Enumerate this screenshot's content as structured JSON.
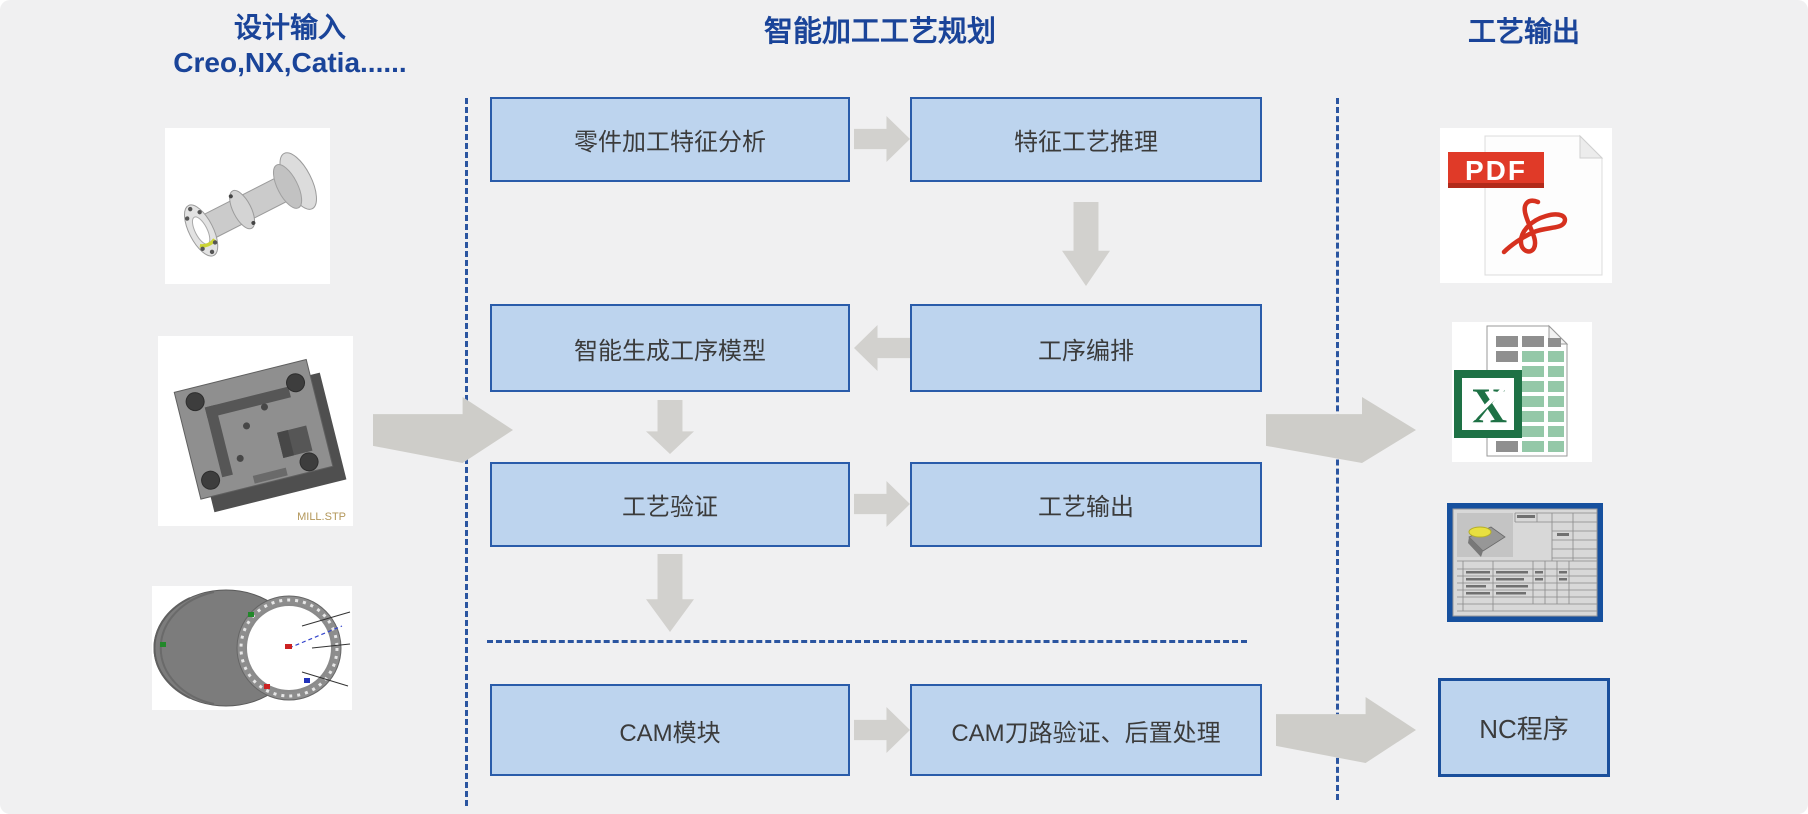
{
  "titles": {
    "design_input": "设计输入",
    "design_tools": "Creo,NX,Catia......",
    "process_planning": "智能加工工艺规划",
    "process_output": "工艺输出"
  },
  "flow": {
    "rows": [
      {
        "left": "零件加工特征分析",
        "right": "特征工艺推理"
      },
      {
        "left": "智能生成工序模型",
        "right": "工序编排"
      },
      {
        "left": "工艺验证",
        "right": "工艺输出"
      },
      {
        "left": "CAM模块",
        "right": "CAM刀路验证、后置处理"
      }
    ]
  },
  "inputs": {
    "stp_caption": "MILL.STP",
    "items": [
      "shaft-3d-model",
      "block-3d-model",
      "casing-3d-model"
    ]
  },
  "outputs": {
    "pdf_label": "PDF",
    "nc_label": "NC程序",
    "items": [
      "pdf-document",
      "excel-spreadsheet",
      "process-card",
      "nc-program"
    ]
  },
  "colors": {
    "background": "#f0f0f1",
    "title_blue": "#1a4499",
    "box_fill": "#bdd4ee",
    "box_border": "#2a5caa",
    "dash_blue": "#2b55a0",
    "arrow_gray": "#d2d1ce",
    "pdf_red": "#e03a28",
    "excel_green": "#1e7145"
  }
}
